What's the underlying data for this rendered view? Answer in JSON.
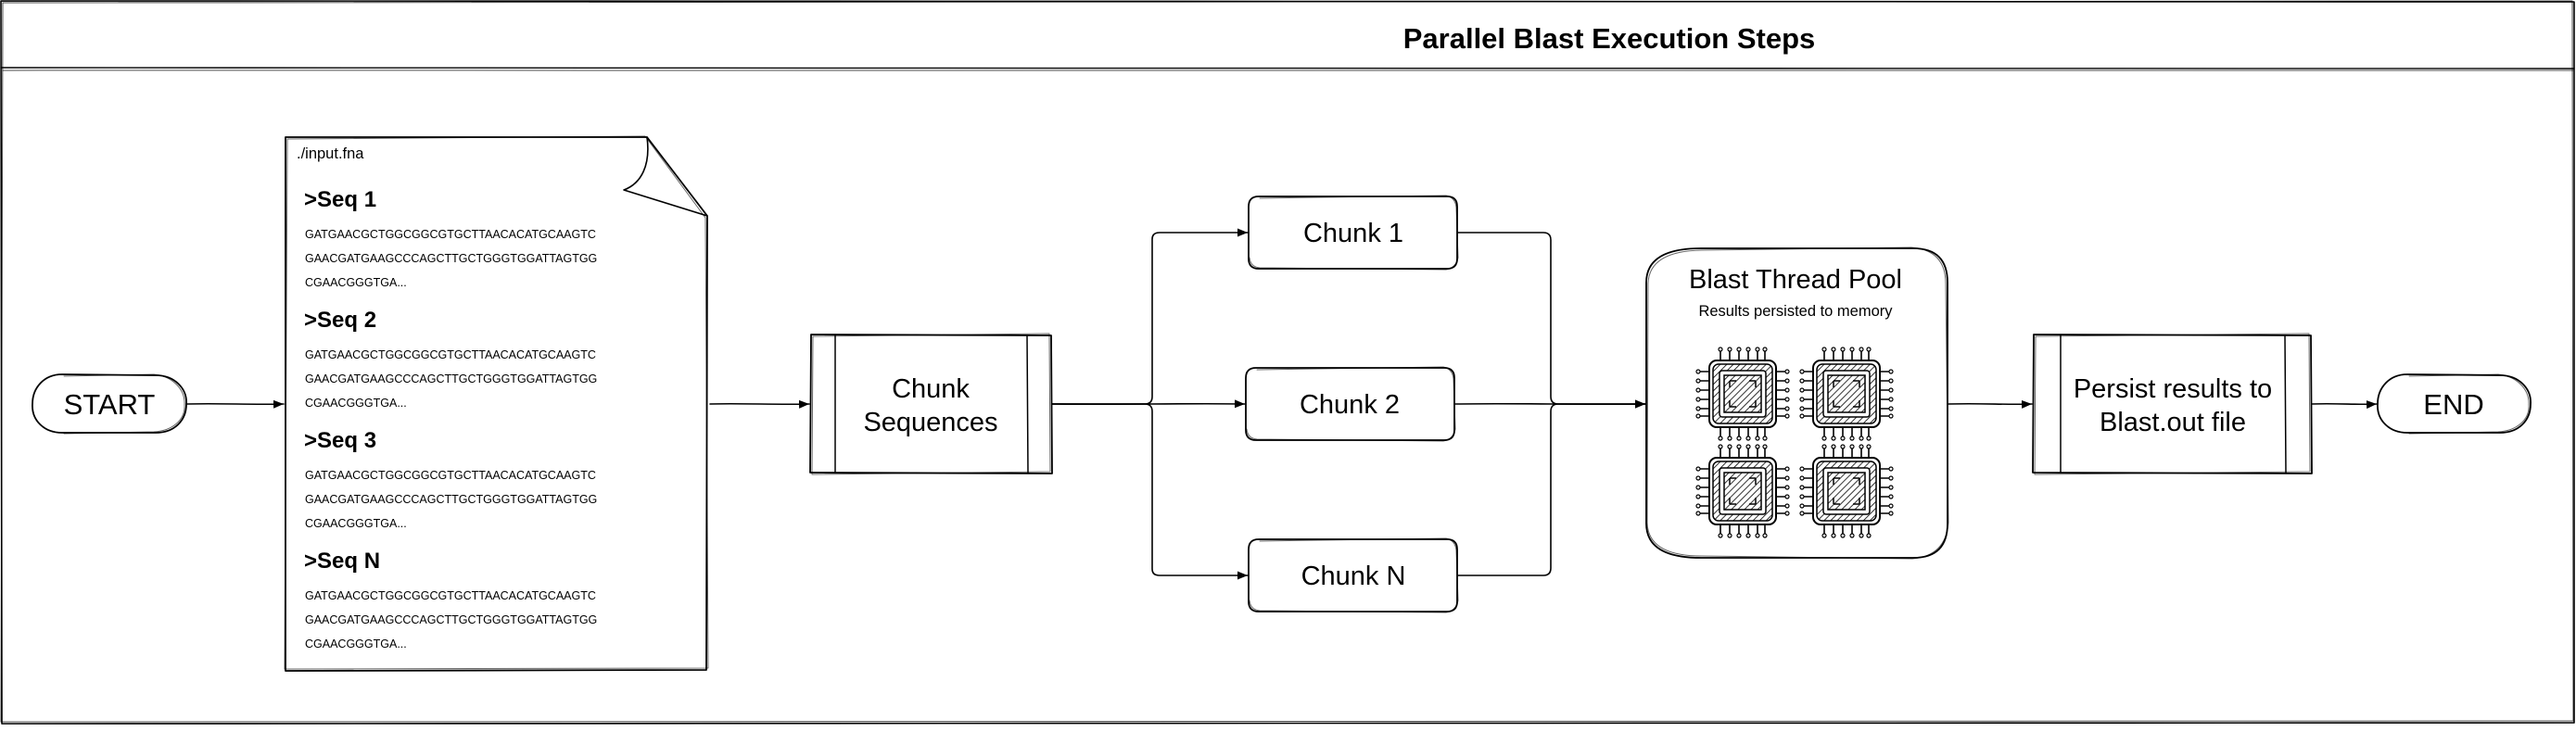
{
  "title": "Parallel Blast Execution Steps",
  "start_label": "START",
  "end_label": "END",
  "file": {
    "filename": "./input.fna",
    "sequences": [
      {
        "header": ">Seq 1",
        "lines": [
          "GATGAACGCTGGCGGCGTGCTTAACACATGCAAGTC",
          "GAACGATGAAGCCCAGCTTGCTGGGTGGATTAGTGG",
          "CGAACGGGTGA..."
        ]
      },
      {
        "header": ">Seq 2",
        "lines": [
          "GATGAACGCTGGCGGCGTGCTTAACACATGCAAGTC",
          "GAACGATGAAGCCCAGCTTGCTGGGTGGATTAGTGG",
          "CGAACGGGTGA..."
        ]
      },
      {
        "header": ">Seq 3",
        "lines": [
          "GATGAACGCTGGCGGCGTGCTTAACACATGCAAGTC",
          "GAACGATGAAGCCCAGCTTGCTGGGTGGATTAGTGG",
          "CGAACGGGTGA..."
        ]
      },
      {
        "header": ">Seq N",
        "lines": [
          "GATGAACGCTGGCGGCGTGCTTAACACATGCAAGTC",
          "GAACGATGAAGCCCAGCTTGCTGGGTGGATTAGTGG",
          "CGAACGGGTGA..."
        ]
      }
    ]
  },
  "chunk_process": {
    "line1": "Chunk",
    "line2": "Sequences"
  },
  "chunks": [
    "Chunk 1",
    "Chunk 2",
    "Chunk N"
  ],
  "pool": {
    "title": "Blast Thread Pool",
    "subtitle": "Results persisted to memory",
    "cpu_icon": "cpu-chip-icon",
    "cpu_count": 4
  },
  "persist": {
    "line1": "Persist results to",
    "line2": "Blast.out file"
  }
}
